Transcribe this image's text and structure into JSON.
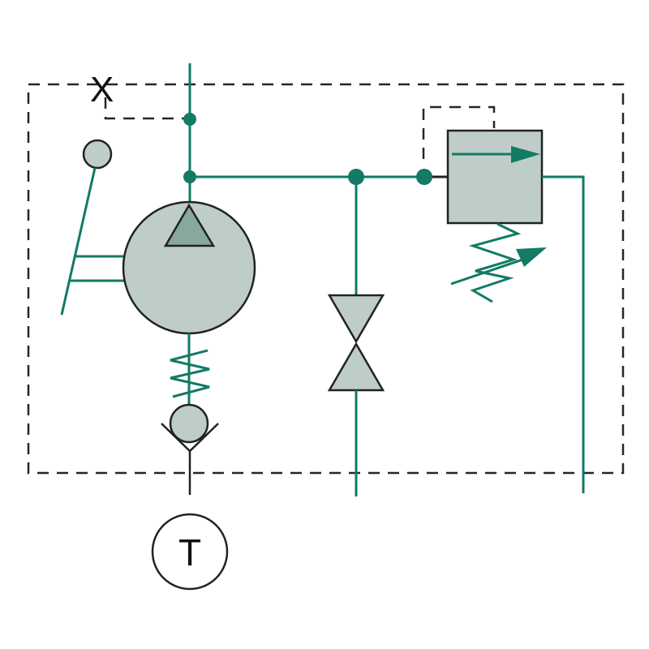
{
  "diagram": {
    "type": "hydraulic schematic",
    "labels": {
      "pilot_port": "X",
      "tank": "T"
    },
    "colors": {
      "line": "#127a65",
      "component_fill": "#bfcdc9",
      "triangle_fill": "#86a89f",
      "outline": "#222222",
      "dashed_boundary": "#262626"
    },
    "components": [
      {
        "id": "pump",
        "name": "Hydraulic pump (variable, with lever control)"
      },
      {
        "id": "check-valve",
        "name": "Spring-loaded check valve"
      },
      {
        "id": "needle-valve",
        "name": "Shut-off / throttle valve"
      },
      {
        "id": "pressure-relief-valve",
        "name": "Adjustable pressure relief valve"
      },
      {
        "id": "tank",
        "name": "Tank"
      }
    ]
  }
}
